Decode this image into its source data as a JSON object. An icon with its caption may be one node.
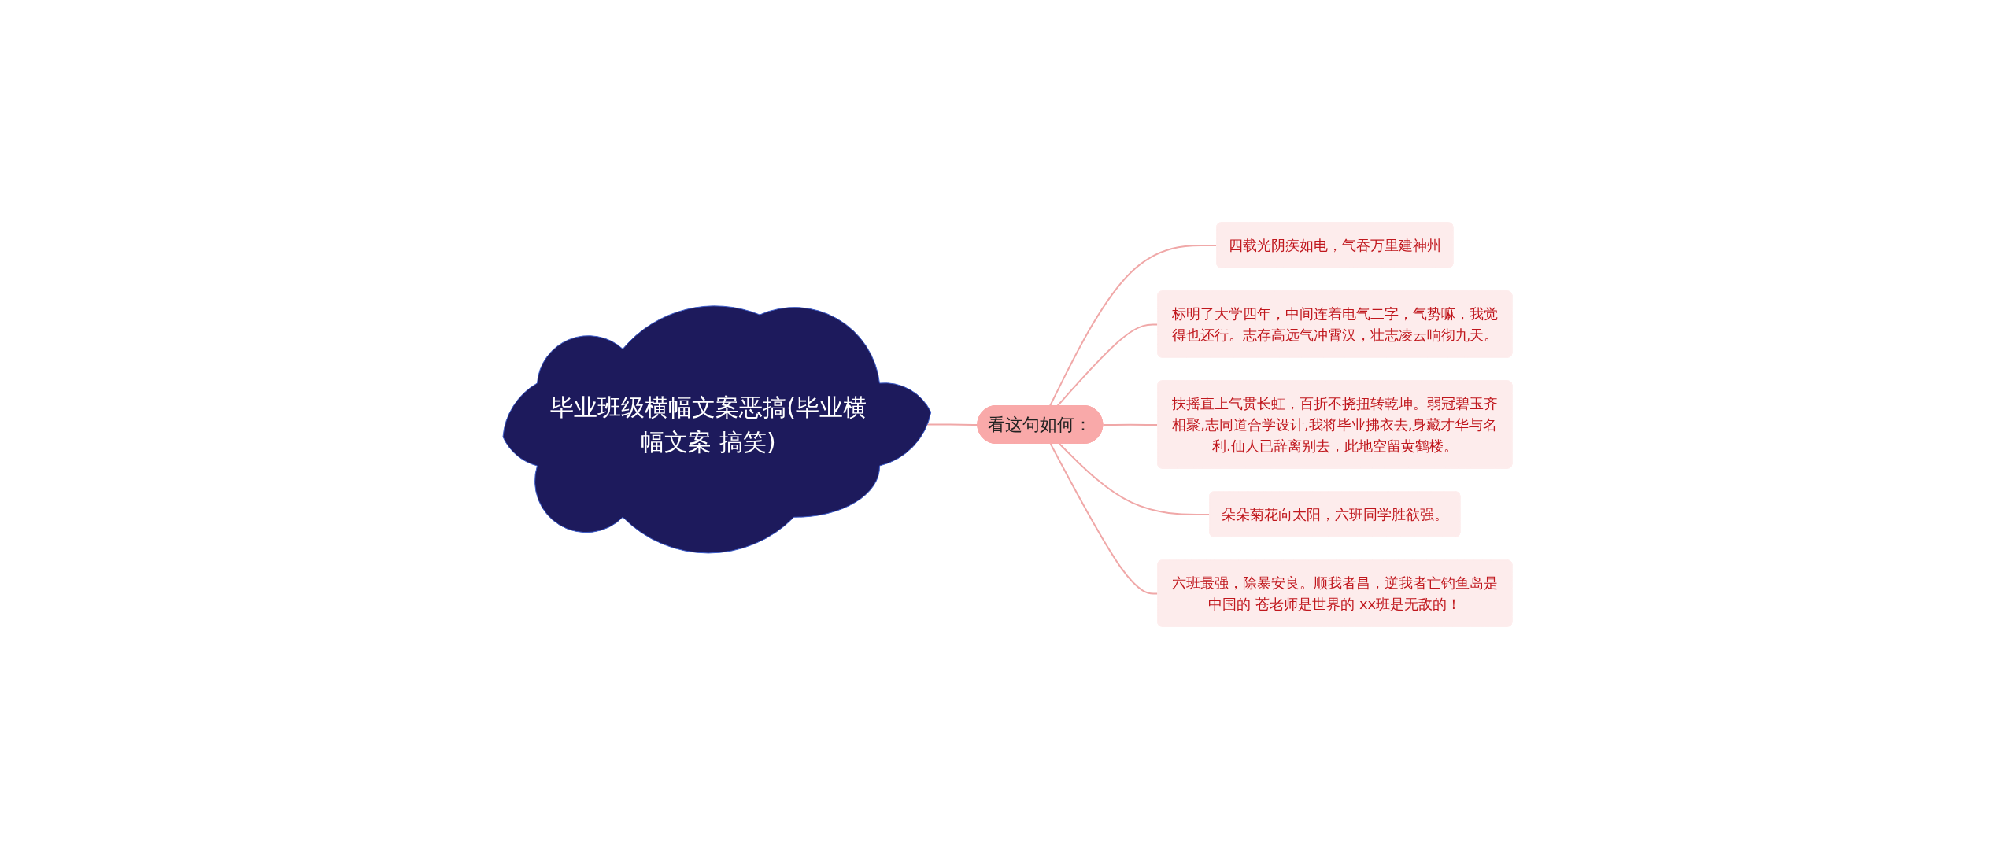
{
  "diagram": {
    "nodes": [
      {
        "text": [
          "毕业班级横幅文案恶搞(毕业横幅文案 搞笑)"
        ]
      },
      {
        "text": [
          "看这句如何："
        ]
      },
      {
        "text": [
          "四载光阴疾如电，气吞万里建神州"
        ]
      },
      {
        "text": [
          "标明了大学四年，中间连着电气二字，气势嘛，我觉得也还行。志存高远气冲霄汉，壮志凌云响彻九天。"
        ]
      },
      {
        "text": [
          "扶摇直上气贯长虹，百折不挠扭转乾坤。弱冠碧玉齐相聚,志同道合学设计,我将毕业拂衣去,身藏才华与名利.仙人已辞离别去，此地空留黄鹤楼。"
        ]
      },
      {
        "text": [
          "朵朵菊花向太阳，六班同学胜欲强。"
        ]
      },
      {
        "text": [
          "六班最强，除暴安良。顺我者昌，逆我者亡钓鱼岛是中国的 苍老师是世界的 xx班是无敌的！"
        ]
      }
    ],
    "edges": [
      {
        "from": 0,
        "to": 1,
        "arrow": "none"
      },
      {
        "from": 1,
        "to": 2,
        "arrow": "none"
      },
      {
        "from": 1,
        "to": 3,
        "arrow": "none"
      },
      {
        "from": 1,
        "to": 4,
        "arrow": "none"
      },
      {
        "from": 1,
        "to": 5,
        "arrow": "none"
      },
      {
        "from": 1,
        "to": 6,
        "arrow": "none"
      }
    ]
  }
}
